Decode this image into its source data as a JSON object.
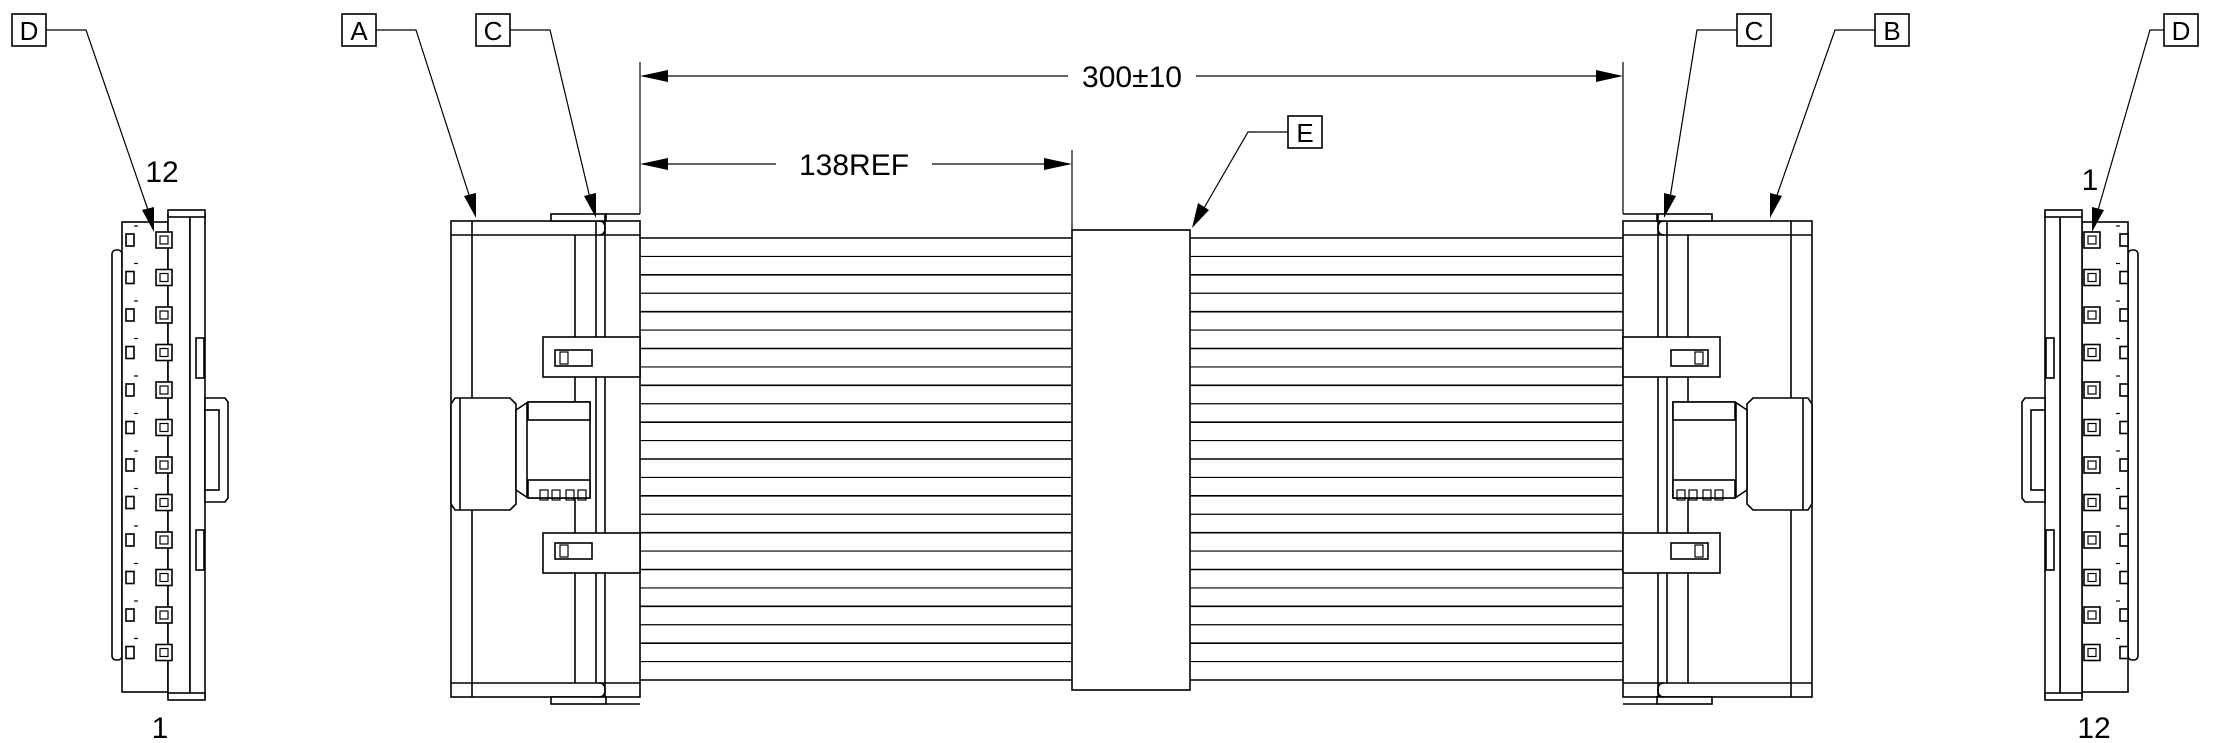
{
  "drawing": {
    "callouts": {
      "a": "A",
      "b": "B",
      "c_left": "C",
      "c_right": "C",
      "d_left": "D",
      "d_right": "D",
      "e": "E"
    },
    "dimensions": {
      "overall_length": "300±10",
      "marker_position": "138REF"
    },
    "pin_labels": {
      "left_top": "12",
      "left_bottom": "1",
      "right_top": "1",
      "right_bottom": "12"
    },
    "contact_count": 12,
    "wire_count": 12,
    "line_color": "#000000",
    "background_color": "#ffffff"
  }
}
